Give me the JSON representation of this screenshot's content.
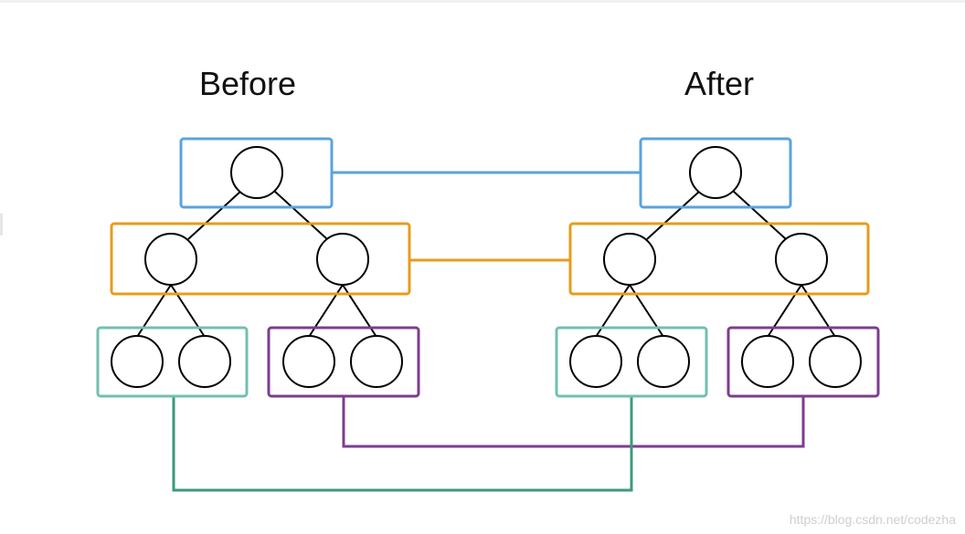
{
  "titles": {
    "before": "Before",
    "after": "After"
  },
  "watermark": "https://blog.csdn.net/codezha",
  "colors": {
    "level_root": "#5aa3dd",
    "level_middle": "#e69c1c",
    "left_leaf_group": "#72bfb0",
    "right_leaf_group": "#7b3d8e",
    "leaf_connector_left": "#3a9a7c",
    "leaf_connector_right": "#7b3d8e",
    "node_stroke": "#000000"
  }
}
